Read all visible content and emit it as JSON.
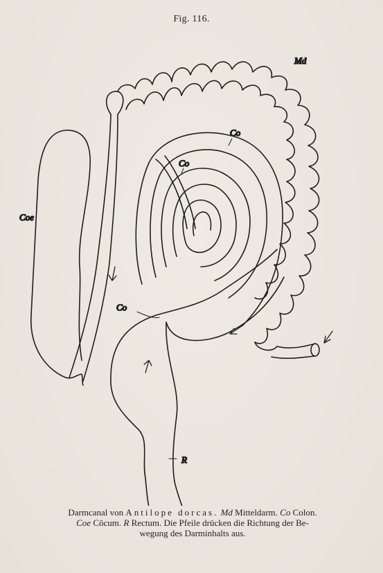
{
  "figure": {
    "title": "Fig. 116.",
    "labels": {
      "md": "Md",
      "co_outer": "Co",
      "co_inner": "Co",
      "coe": "Coe",
      "co_lower": "Co",
      "r": "R"
    }
  },
  "caption": {
    "line1_a": "Darmcanal von",
    "line1_species": "Antilope dorcas.",
    "line1_md": "Md",
    "line1_b": "Mitteldarm.",
    "line1_co": "Co",
    "line1_c": "Colon.",
    "line2_coe": "Coe",
    "line2_a": "Cöcum.",
    "line2_r": "R",
    "line2_b": "Rectum.  Die Pfeile drücken die Richtung der Be-",
    "line3": "wegung des Darminhalts aus."
  }
}
